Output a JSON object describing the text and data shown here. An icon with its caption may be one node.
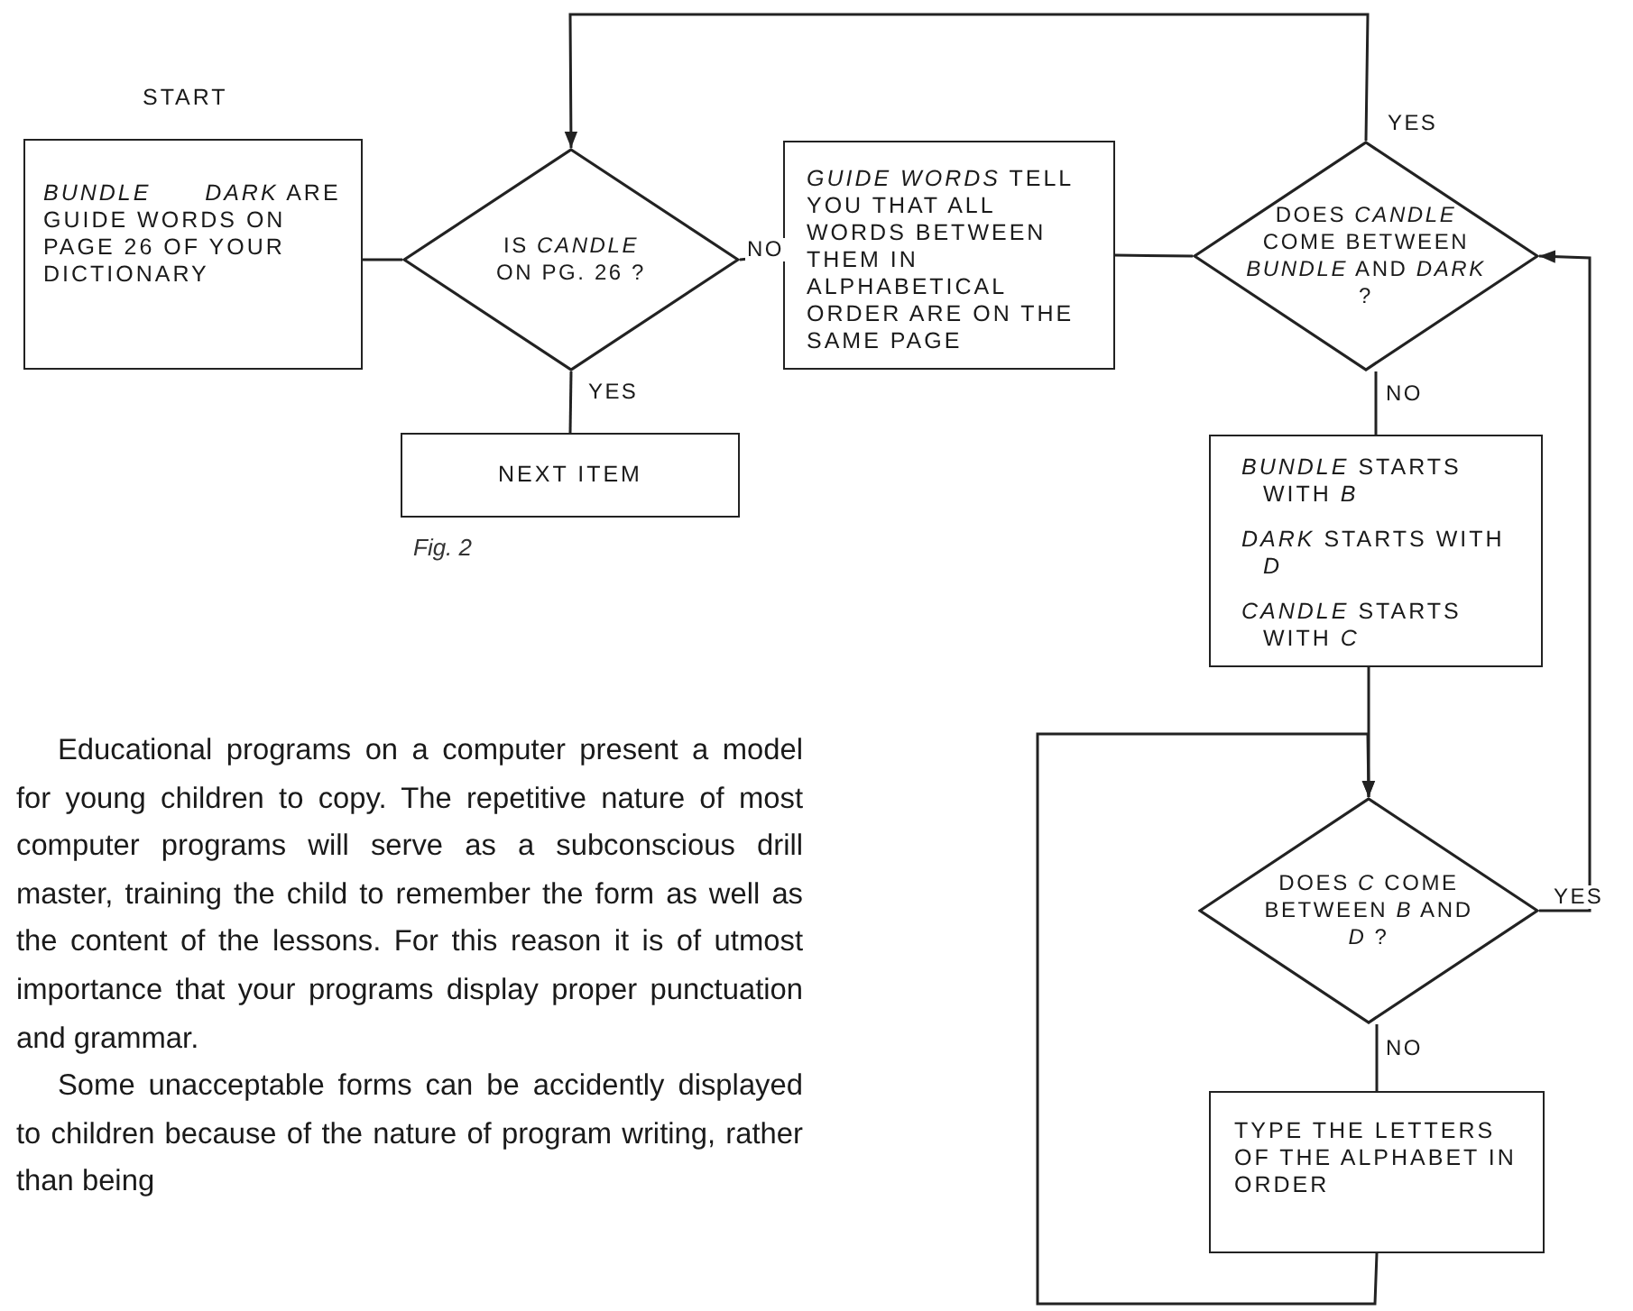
{
  "diagram": {
    "caption": "Fig. 2",
    "nodes": [
      {
        "text": [
          "START",
          "*BUNDLE*      *DARK* ARE GUIDE WORDS ON PAGE 26 OF YOUR DICTIONARY"
        ]
      },
      {
        "text": [
          "IS *CANDLE* ON PG. 26 ?"
        ]
      },
      {
        "text": [
          "NEXT ITEM"
        ]
      },
      {
        "text": [
          "*GUIDE WORDS* TELL YOU THAT ALL WORDS BETWEEN THEM IN ALPHABETICAL ORDER ARE ON THE SAME PAGE"
        ]
      },
      {
        "text": [
          "DOES *CANDLE* COME BETWEEN *BUNDLE* AND *DARK* ?"
        ]
      },
      {
        "text": [
          "*BUNDLE* STARTS WITH *B*",
          "*DARK* STARTS WITH *D*",
          "*CANDLE* STARTS WITH *C*"
        ]
      },
      {
        "text": [
          "DOES *C* COME BETWEEN *B* AND *D* ?"
        ]
      },
      {
        "text": [
          "TYPE THE LETTERS OF THE ALPHABET IN ORDER"
        ]
      }
    ],
    "edges": [
      {
        "from": 0,
        "to": 1,
        "arrow": "none"
      },
      {
        "from": 1,
        "to": 3,
        "arrow": "none",
        "label": "NO"
      },
      {
        "from": 1,
        "to": 2,
        "arrow": "none",
        "label": "YES"
      },
      {
        "from": 3,
        "to": 4,
        "arrow": "none"
      },
      {
        "from": 4,
        "to": 1,
        "arrow": "to",
        "label": "YES"
      },
      {
        "from": 4,
        "to": 5,
        "arrow": "none",
        "label": "NO"
      },
      {
        "from": 5,
        "to": 6,
        "arrow": "to"
      },
      {
        "from": 6,
        "to": 4,
        "arrow": "to",
        "label": "YES"
      },
      {
        "from": 6,
        "to": 7,
        "arrow": "none",
        "label": "NO"
      },
      {
        "from": 7,
        "to": 6,
        "arrow": "to"
      }
    ],
    "labels": [
      "Educational programs on a computer present a model for young children to copy. The repetitive nature of most computer programs will serve as a subconscious drill master, training the child to remember the form as well as the content of the lessons. For this reason it is of utmost importance that your programs display proper punctuation and grammar.",
      "Some unacceptable forms can be accidently displayed to children because of the nature of program writing, rather than being"
    ]
  }
}
